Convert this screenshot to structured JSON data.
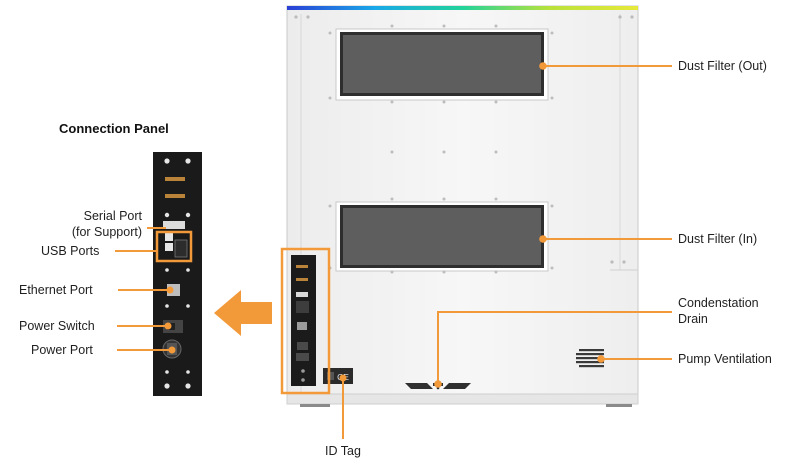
{
  "panel_title": "Connection Panel",
  "accent_color": "#F29A3A",
  "left_labels": {
    "serial_port_line1": "Serial Port",
    "serial_port_line2": "(for Support)",
    "usb_ports": "USB Ports",
    "ethernet_port": "Ethernet Port",
    "power_switch": "Power Switch",
    "power_port": "Power Port"
  },
  "right_labels": {
    "dust_filter_out": "Dust Filter (Out)",
    "dust_filter_in": "Dust Filter (In)",
    "condensation_drain_line1": "Condenstation",
    "condensation_drain_line2": "Drain",
    "pump_ventilation": "Pump Ventilation"
  },
  "bottom_labels": {
    "id_tag": "ID Tag"
  },
  "id_tag_mark": "CE"
}
